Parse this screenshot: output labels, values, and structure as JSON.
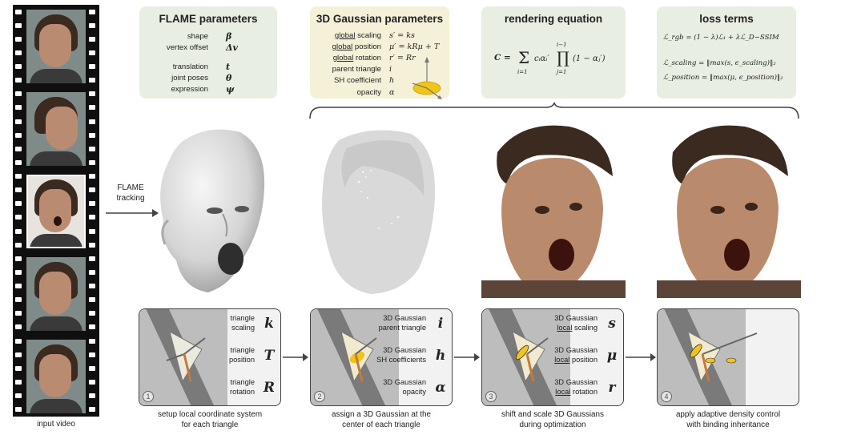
{
  "film": {
    "caption": "input video"
  },
  "tracking": {
    "label_1": "FLAME",
    "label_2": "tracking"
  },
  "flame_box": {
    "title": "FLAME parameters",
    "rows": [
      {
        "label": "shape",
        "symbol": "β"
      },
      {
        "label": "vertex offset",
        "symbol": "Δv"
      },
      {
        "label": "translation",
        "symbol": "t"
      },
      {
        "label": "joint poses",
        "symbol": "θ"
      },
      {
        "label": "expression",
        "symbol": "ψ"
      }
    ]
  },
  "gaussian_box": {
    "title": "3D Gaussian parameters",
    "rows": [
      {
        "pre": "global",
        "post": " scaling",
        "eq": "s′ = ks"
      },
      {
        "pre": "global",
        "post": " position",
        "eq": "μ′ = kRμ + T"
      },
      {
        "pre": "global",
        "post": " rotation",
        "eq": "r′ = Rr"
      },
      {
        "pre": "",
        "post": "parent triangle",
        "eq": "i"
      },
      {
        "pre": "",
        "post": "SH coefficient",
        "eq": "h"
      },
      {
        "pre": "",
        "post": "opacity",
        "eq": "α"
      }
    ]
  },
  "render_box": {
    "title": "rendering equation",
    "lhs": "C =",
    "sum": "Σ",
    "sum_top": "",
    "sum_bottom": "i=1",
    "term": "cᵢαᵢ′",
    "prod": "∏",
    "prod_top": "i−1",
    "prod_bottom": "j=1",
    "factor": "(1 − αⱼ′)"
  },
  "loss_box": {
    "title": "loss terms",
    "l1": "ℒ_rgb = (1 − λ)ℒ₁ + λℒ_D−SSIM",
    "l2": "ℒ_scaling = ‖max(s, ϵ_scaling)‖₂",
    "l3": "ℒ_position = ‖max(μ, ϵ_position)‖₂"
  },
  "steps": [
    {
      "num": "1",
      "rows": [
        {
          "l1": "triangle",
          "l2": "scaling",
          "u": false,
          "sym": "k"
        },
        {
          "l1": "triangle",
          "l2": "position",
          "u": false,
          "sym": "T"
        },
        {
          "l1": "triangle",
          "l2": "rotation",
          "u": false,
          "sym": "R"
        }
      ],
      "cap1": "setup local coordinate system",
      "cap2": "for each triangle"
    },
    {
      "num": "2",
      "rows": [
        {
          "l1": "3D Gaussian",
          "l2": "parent triangle",
          "u": false,
          "sym": "i"
        },
        {
          "l1": "3D Gaussian",
          "l2": "SH coefficients",
          "u": false,
          "sym": "h"
        },
        {
          "l1": "3D Gaussian",
          "l2": "opacity",
          "u": false,
          "sym": "α"
        }
      ],
      "cap1": "assign a 3D Gaussian at the",
      "cap2": "center of each triangle"
    },
    {
      "num": "3",
      "rows": [
        {
          "l1": "3D Gaussian",
          "l2a": "local",
          "l2b": " scaling",
          "u": true,
          "sym": "s"
        },
        {
          "l1": "3D Gaussian",
          "l2a": "local",
          "l2b": " position",
          "u": true,
          "sym": "μ"
        },
        {
          "l1": "3D Gaussian",
          "l2a": "local",
          "l2b": " rotation",
          "u": true,
          "sym": "r"
        }
      ],
      "cap1": "shift and scale 3D Gaussians",
      "cap2": "during optimization"
    },
    {
      "num": "4",
      "rows": [],
      "cap1": "apply adaptive density control",
      "cap2": "with binding inheritance"
    }
  ],
  "colors": {
    "flame_box_bg": "#e9eee3",
    "gaussian_box_bg": "#f5f1d8",
    "gaussian_yellow": "#f0c419",
    "arrow_gray": "#444444"
  }
}
